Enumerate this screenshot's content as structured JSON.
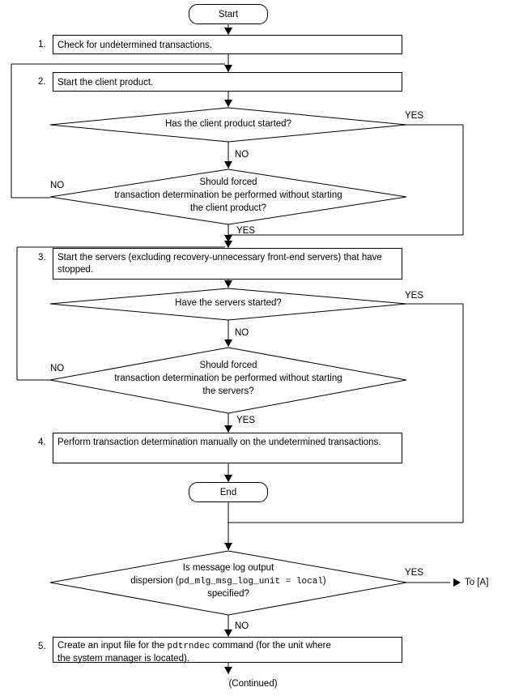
{
  "diagram": {
    "type": "flowchart",
    "start_label": "Start",
    "end_label": "End",
    "continued_label": "(Continued)",
    "connector_label": "To [A]",
    "yes_label": "YES",
    "no_label": "NO",
    "steps": [
      {
        "number": "1.",
        "text": "Check for undetermined transactions."
      },
      {
        "number": "2.",
        "text": "Start the client product."
      },
      {
        "number": "3.",
        "text": "Start the servers (excluding recovery-unnecessary front-end servers) that have stopped."
      },
      {
        "number": "4.",
        "text": "Perform transaction determination manually on the undetermined transactions."
      },
      {
        "number": "5.",
        "text": "Create an input file for the pdtrndec command (for the unit where the system manager is located)."
      }
    ],
    "step5_parts": {
      "before": "Create an input file for the ",
      "mono": "pdtrndec",
      "after": " command (for the unit where",
      "line2": "the system manager is located)."
    },
    "decisions": [
      {
        "id": "d1",
        "lines": [
          "Has the client product started?"
        ],
        "yes": "YES",
        "no": "NO"
      },
      {
        "id": "d2",
        "lines": [
          "Should forced",
          "transaction determination be performed without starting",
          "the client product?"
        ],
        "yes": "YES",
        "no": "NO"
      },
      {
        "id": "d3",
        "lines": [
          "Have the servers started?"
        ],
        "yes": "YES",
        "no": "NO"
      },
      {
        "id": "d4",
        "lines": [
          "Should forced",
          "transaction determination be performed without starting",
          "the servers?"
        ],
        "yes": "YES",
        "no": "NO"
      },
      {
        "id": "d5",
        "lines": [
          "Is message log output",
          "dispersion (pd_mlg_msg_log_unit = local)",
          "specified?"
        ],
        "yes": "YES",
        "no": "NO",
        "line2_parts": {
          "before": "dispersion (",
          "mono": "pd_mlg_msg_log_unit = local",
          "after": ") ",
          "tail": "specified?"
        }
      }
    ]
  }
}
